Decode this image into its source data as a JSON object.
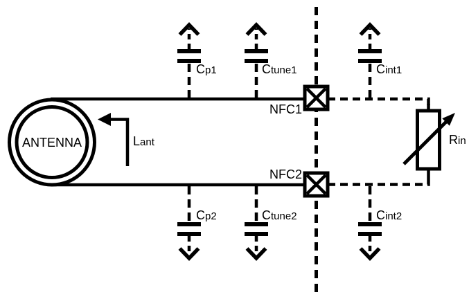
{
  "colors": {
    "ink": "#000000",
    "background": "#ffffff"
  },
  "antenna": {
    "label": "ANTENNA"
  },
  "inductance": {
    "base": "L",
    "sub": "ant"
  },
  "nfc_pins": {
    "nfc1": "NFC1",
    "nfc2": "NFC2"
  },
  "capacitors": {
    "cp1": {
      "base": "C",
      "sub": "p1"
    },
    "ctune1": {
      "base": "C",
      "sub": "tune1"
    },
    "cint1": {
      "base": "C",
      "sub": "int1"
    },
    "cp2": {
      "base": "C",
      "sub": "p2"
    },
    "ctune2": {
      "base": "C",
      "sub": "tune2"
    },
    "cint2": {
      "base": "C",
      "sub": "int2"
    }
  },
  "resistor": {
    "base": "R",
    "sub": "in"
  }
}
